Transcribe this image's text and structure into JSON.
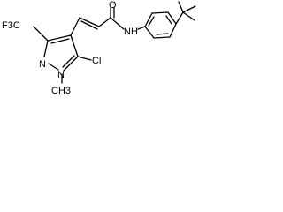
{
  "molecule": {
    "atoms": {
      "f3c": "F3C",
      "n_pyrazole_upper": "N",
      "n_pyrazole_lower": "N",
      "methyl_n": "CH3",
      "chloro": "Cl",
      "carbonyl_o": "O",
      "amide_nh": "NH"
    }
  }
}
